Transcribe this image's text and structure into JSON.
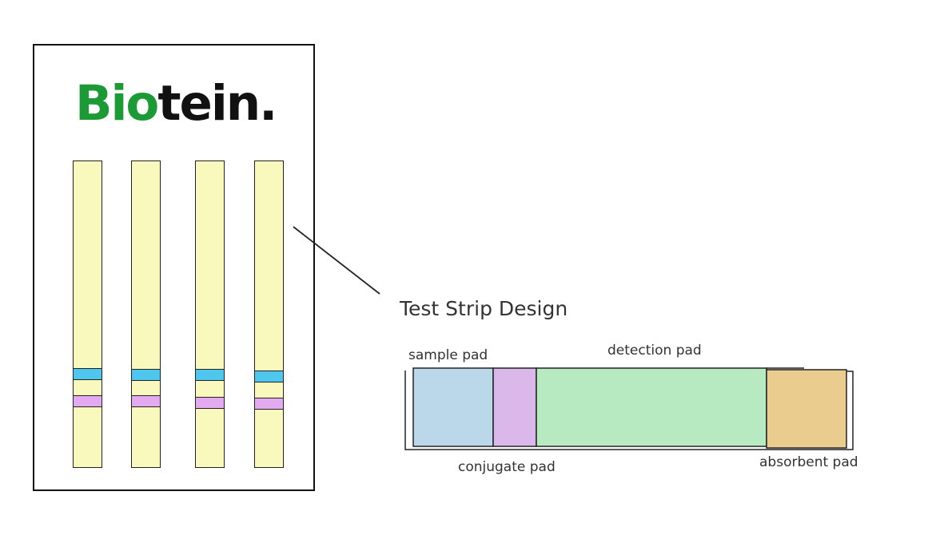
{
  "logo": {
    "text_green": "Bio",
    "text_black": "tein.",
    "green_color": "#1b9a35",
    "black_color": "#111111"
  },
  "strips": [
    {
      "bands": [
        "blue",
        "pink"
      ]
    },
    {
      "bands": [
        "blue",
        "pink"
      ]
    },
    {
      "bands": [
        "blue",
        "pink"
      ]
    },
    {
      "bands": [
        "blue",
        "pink"
      ]
    }
  ],
  "design": {
    "title": "Test Strip Design",
    "pads": {
      "sample": {
        "label": "sample pad",
        "color": "#bad8ea"
      },
      "conjugate": {
        "label": "conjugate pad",
        "color": "#dab8ea"
      },
      "detection": {
        "label": "detection pad",
        "color": "#b7eac0"
      },
      "absorbent": {
        "label": "absorbent pad",
        "color": "#ebcc8f"
      }
    }
  },
  "colors": {
    "strip_fill": "#f9f8bd",
    "band_blue": "#4fc6ee",
    "band_pink": "#e3aaf1",
    "outline": "#222222"
  }
}
